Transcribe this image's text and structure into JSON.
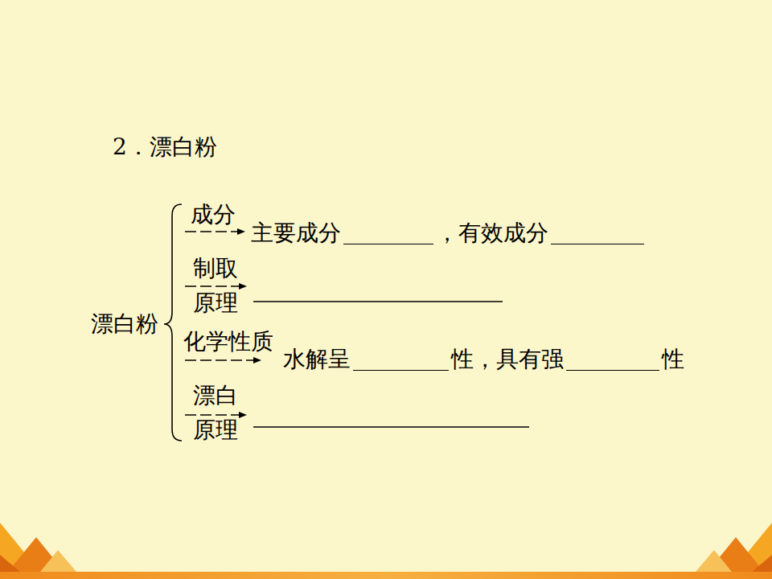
{
  "diagram": {
    "title": "2．漂白粉",
    "labels": [
      "漂白粉",
      "成分",
      "主要成分",
      "，有效成分",
      "制取",
      "原理",
      "化学性质",
      "水解呈",
      "性，具有强",
      "性",
      "漂白",
      "原理"
    ]
  }
}
